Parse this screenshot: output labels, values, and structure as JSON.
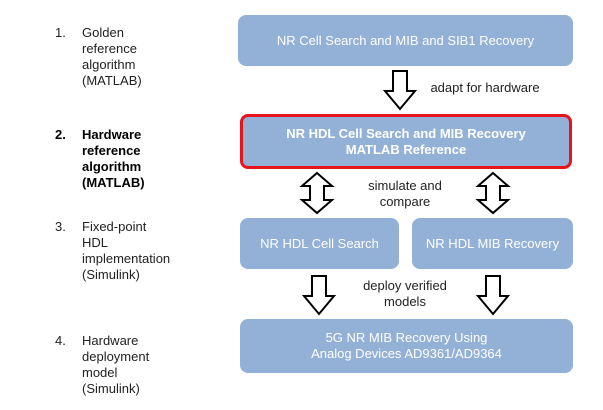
{
  "steps": [
    {
      "number": "1.",
      "text": "Golden reference\nalgorithm (MATLAB)"
    },
    {
      "number": "2.",
      "text": "Hardware reference\nalgorithm (MATLAB)"
    },
    {
      "number": "3.",
      "text": "Fixed-point HDL\nimplementation\n(Simulink)"
    },
    {
      "number": "4.",
      "text": "Hardware deployment\nmodel (Simulink)"
    }
  ],
  "boxes": {
    "golden": "NR Cell Search and MIB and SIB1 Recovery",
    "hardware_ref": "NR HDL Cell Search and MIB Recovery\nMATLAB Reference",
    "cell_search": "NR HDL Cell Search",
    "mib_recovery": "NR HDL MIB Recovery",
    "deployment": "5G NR MIB Recovery Using\nAnalog Devices AD9361/AD9364"
  },
  "notes": {
    "adapt": "adapt for hardware",
    "simulate": "simulate and\ncompare",
    "deploy": "deploy verified\nmodels"
  },
  "colors": {
    "box_fill": "#93b1d7",
    "highlight_border": "#e8141c"
  }
}
